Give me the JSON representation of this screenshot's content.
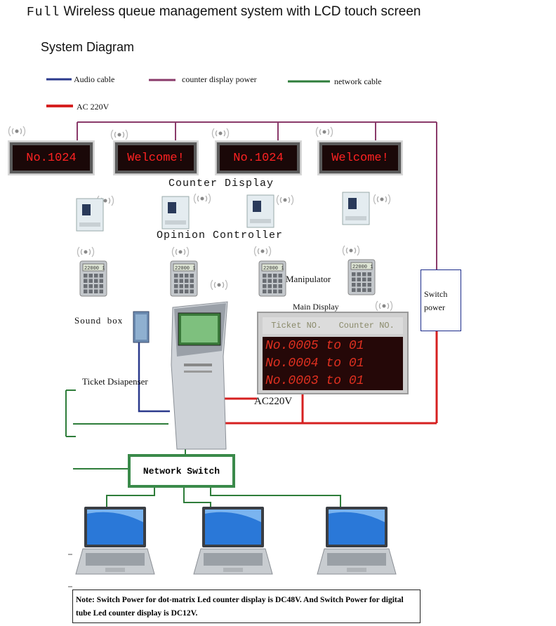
{
  "title_lead": "Full",
  "title_rest": "Wireless queue management system with LCD touch screen",
  "subtitle": "System Diagram",
  "legend": [
    {
      "label": "Audio cable",
      "color": "#2b3a8c"
    },
    {
      "label": "counter display power",
      "color": "#8a3a6a"
    },
    {
      "label": "network cable",
      "color": "#2e7d3a"
    },
    {
      "label": "AC 220V",
      "color": "#d62020"
    }
  ],
  "counter_displays": [
    "No.1024",
    "Welcome!",
    "No.1024",
    "Welcome!"
  ],
  "labels": {
    "counter_display": "Counter Display",
    "opinion_controller": "Opinion Controller",
    "manipulator": "Manipulator",
    "sound_box": "Sound  box",
    "ticket_dispenser": "Ticket Dsiapenser",
    "main_display": "Main Display",
    "switch_power": "Switch power",
    "ac220v": "AC220V",
    "network_switch": "Network Switch"
  },
  "manipulator_screen": "22000 1",
  "main_display": {
    "headers": [
      "Ticket NO.",
      "Counter NO."
    ],
    "rows": [
      "No.0005 to 01",
      "No.0004 to 01",
      "No.0003 to 01"
    ]
  },
  "note": "Note:  Switch Power for dot-matrix Led counter display is DC48V. And Switch Power for digital tube Led counter display is DC12V.",
  "colors": {
    "audio": "#2b3a8c",
    "display_power": "#8a3a6a",
    "network": "#2e7d3a",
    "ac": "#d62020"
  }
}
